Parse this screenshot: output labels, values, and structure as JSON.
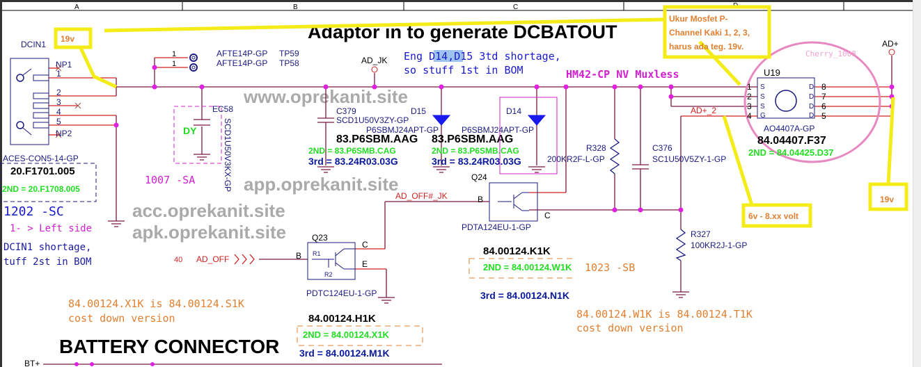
{
  "frame": {
    "columns": [
      "A",
      "B",
      "C",
      "D"
    ]
  },
  "title": "Adaptor in to generate DCBATOUT",
  "watermarks": [
    "www.oprekanit.site",
    "acc.oprekanit.site",
    "apk.oprekanit.site",
    "app.oprekanit.site"
  ],
  "dcin": {
    "ref": "DCIN1",
    "pins": [
      "NP1",
      "1",
      "2",
      "3",
      "4",
      "5",
      "NP2"
    ],
    "part": "ACES-CON5-14-GP",
    "pn": "20.F1701.005",
    "second": "2ND = 20.F1708.005",
    "rev": "1202 -SC",
    "side_note": "1- > Left side",
    "note1": "DCIN1  shortage,",
    "note2": "tuff 2st in  BOM"
  },
  "testpoints": [
    {
      "part": "AFTE14P-GP",
      "ref": "TP59",
      "pin": "1"
    },
    {
      "part": "AFTE14P-GP",
      "ref": "TP58",
      "pin": "1"
    }
  ],
  "ec58": {
    "ref": "EC58",
    "part": "SCD1U50V3KX-GP",
    "tag": "DY",
    "rev": "1007 -SA"
  },
  "net_ad_jk": "AD_JK",
  "eng_note": {
    "pre": "Eng ",
    "highlight": "D14,",
    "post": "D15 3td shortage,",
    "line2": "so stuff 1st in BOM"
  },
  "hm42": "HM42-CP NV Muxless",
  "c379": {
    "ref": "C379",
    "part": "SCD1U50V3ZY-GP",
    "pn": "83.P6SBM.AAG",
    "second": "2ND = 83.P6SMB.CAG",
    "third": "3rd = 83.24R03.03G"
  },
  "d15": {
    "ref": "D15",
    "part": "P6SBMJ24APT-GP",
    "pn": "83.P6SBM.AAG",
    "second": "2ND = 83.P6SMB.CAG",
    "third": "3rd = 83.24R03.03G"
  },
  "d14": {
    "ref": "D14",
    "part": "P6SBMJ24APT-GP"
  },
  "r328": {
    "ref": "R328",
    "part": "200KR2F-L-GP"
  },
  "c376": {
    "ref": "C376",
    "part": "SC1U50V5ZY-1-GP"
  },
  "q24": {
    "ref": "Q24",
    "part": "PDTA124EU-1-GP",
    "b": "B",
    "c": "C",
    "pn": "84.00124.K1K",
    "second": "2ND = 84.00124.W1K",
    "third": "3rd = 84.00124.N1K",
    "rev": "1023 -SB"
  },
  "net_ad_off_jk": "AD_OFF#_JK",
  "q23": {
    "ref": "Q23",
    "part": "PDTC124EU-1-GP",
    "b": "B",
    "c": "C",
    "e": "E",
    "r1": "R1",
    "r2": "R2",
    "pn": "84.00124.H1K",
    "second": "2ND = 84.00124.X1K",
    "third": "3rd = 84.00124.M1K"
  },
  "ad_off": {
    "page": "40",
    "net": "AD_OFF"
  },
  "note_x1k": [
    "84.00124.X1K is 84.00124.S1K",
    "cost down version"
  ],
  "note_w1k": [
    "84.00124.W1K is 84.00124.T1K",
    "cost down version"
  ],
  "r327": {
    "ref": "R327",
    "part": "100KR2J-1-GP"
  },
  "net_adplus2": "AD+_2",
  "u19": {
    "ref": "U19",
    "part": "AO4407A-GP",
    "pn": "84.04407.F37",
    "second": "2ND = 84.04425.D37",
    "left_pins": [
      "1",
      "2",
      "3",
      "4"
    ],
    "left_names": [
      "S",
      "S",
      "S",
      "G"
    ],
    "right_pins": [
      "8",
      "7",
      "6",
      "5"
    ],
    "right_names": [
      "D",
      "D",
      "D",
      "D"
    ]
  },
  "cherry": "Cherry_1008",
  "net_adplus": "AD+",
  "battery_title": "BATTERY CONNECTOR",
  "net_bt": "BT+",
  "callouts": {
    "dcin_voltage": "19v",
    "mosfet": [
      "Ukur Mosfet P-",
      "Channel Kaki 1, 2, 3,",
      "harus ada teg. 19v."
    ],
    "gate": "6v - 8.xx volt",
    "drain": "19v"
  },
  "colors": {
    "wire": "#7a1840",
    "junction": "#e020e0",
    "callout": "#f4ec18",
    "highlight": "#9ec3f0"
  }
}
